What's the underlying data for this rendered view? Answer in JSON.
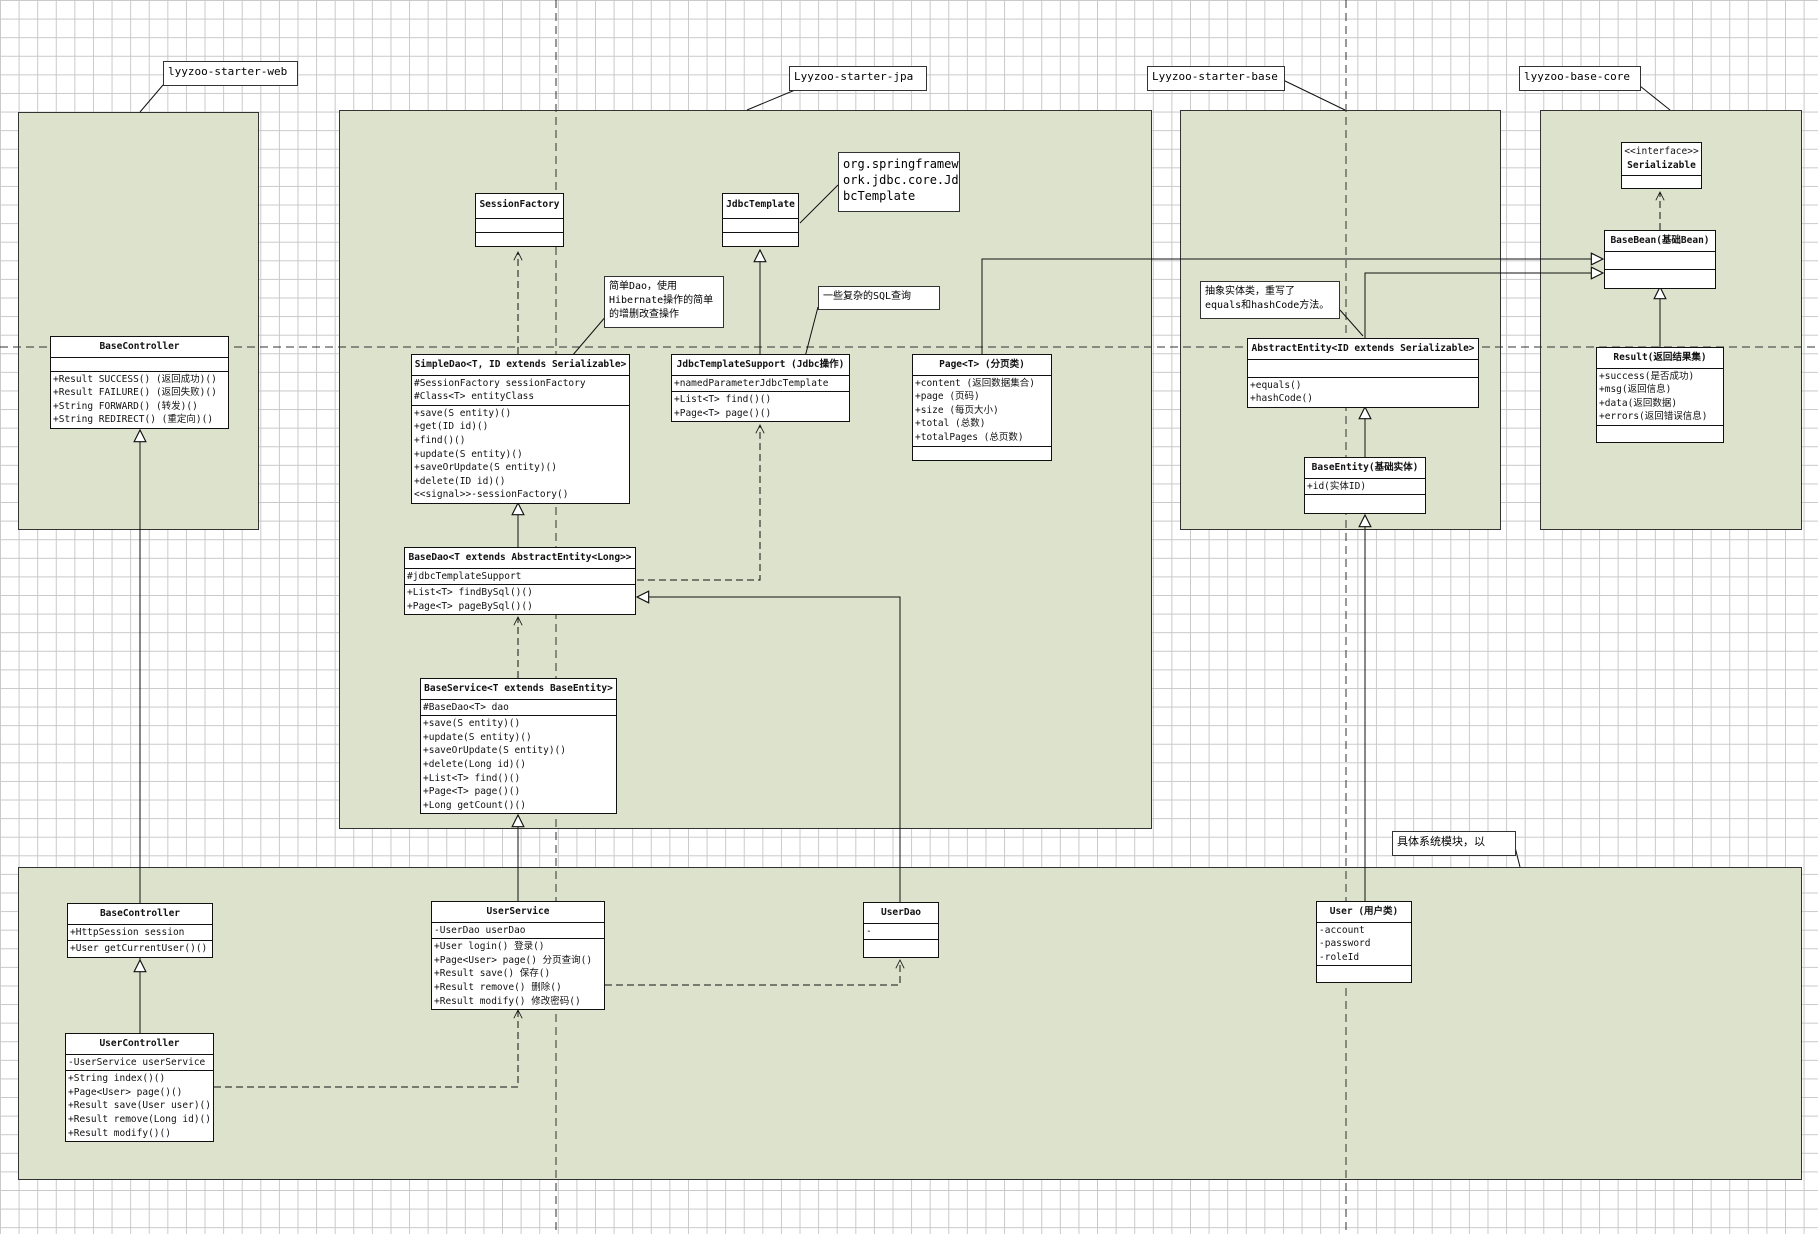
{
  "packages": [
    {
      "id": "web",
      "label": "lyyzoo-starter-web"
    },
    {
      "id": "jpa",
      "label": "Lyyzoo-starter-jpa"
    },
    {
      "id": "base",
      "label": "Lyyzoo-starter-base"
    },
    {
      "id": "core",
      "label": "lyyzoo-base-core"
    },
    {
      "id": "app",
      "label": "具体系统模块，以"
    }
  ],
  "notes": [
    {
      "id": "jdbc_template_note",
      "text": "org.springframew\nork.jdbc.core.Jd\nbcTemplate"
    },
    {
      "id": "simple_dao_note",
      "text": "简单Dao，使用\nHibernate操作的简单\n的增删改查操作"
    },
    {
      "id": "jdbc_support_note",
      "text": "一些复杂的SQL查询"
    },
    {
      "id": "abstract_entity_note",
      "text": "抽象实体类，重写了\nequals和hashCode方法。"
    }
  ],
  "classes": [
    {
      "id": "base_controller_web",
      "name": "BaseController",
      "attrs": [],
      "ops": [
        "+Result SUCCESS() (返回成功)()",
        "+Result FAILURE() (返回失败)()",
        "+String FORWARD() (转发)()",
        "+String REDIRECT() (重定向)()"
      ]
    },
    {
      "id": "session_factory",
      "name": "SessionFactory",
      "attrs": [],
      "ops": []
    },
    {
      "id": "jdbc_template",
      "name": "JdbcTemplate",
      "attrs": [],
      "ops": []
    },
    {
      "id": "simple_dao",
      "name": "SimpleDao<T, ID extends Serializable>",
      "attrs": [
        "#SessionFactory sessionFactory",
        "#Class<T> entityClass"
      ],
      "ops": [
        "+save(S entity)()",
        "+get(ID id)()",
        "+find()()",
        "+update(S entity)()",
        "+saveOrUpdate(S entity)()",
        "+delete(ID id)()",
        "<<signal>>-sessionFactory()"
      ]
    },
    {
      "id": "jdbc_template_support",
      "name": "JdbcTemplateSupport (Jdbc操作)",
      "attrs": [
        "+namedParameterJdbcTemplate"
      ],
      "ops": [
        "+List<T> find()()",
        "+Page<T> page()()"
      ]
    },
    {
      "id": "page",
      "name": "Page<T> (分页类)",
      "attrs": [
        "+content (返回数据集合)",
        "+page (页码)",
        "+size (每页大小)",
        "+total (总数)",
        "+totalPages (总页数)"
      ],
      "ops": []
    },
    {
      "id": "base_dao",
      "name": "BaseDao<T extends AbstractEntity<Long>>",
      "attrs": [
        "#jdbcTemplateSupport"
      ],
      "ops": [
        "+List<T> findBySql()()",
        "+Page<T> pageBySql()()"
      ]
    },
    {
      "id": "base_service",
      "name": "BaseService<T extends BaseEntity>",
      "attrs": [
        "#BaseDao<T> dao"
      ],
      "ops": [
        "+save(S entity)()",
        "+update(S entity)()",
        "+saveOrUpdate(S entity)()",
        "+delete(Long id)()",
        "+List<T> find()()",
        "+Page<T> page()()",
        "+Long getCount()()"
      ]
    },
    {
      "id": "abstract_entity",
      "name": "AbstractEntity<ID extends Serializable>",
      "attrs": [],
      "ops": [
        "+equals()",
        "+hashCode()"
      ]
    },
    {
      "id": "base_entity",
      "name": "BaseEntity(基础实体)",
      "attrs": [
        "+id(实体ID)"
      ],
      "ops": []
    },
    {
      "id": "serializable",
      "stereotype": "<<interface>>",
      "name": "Serializable",
      "attrs": [],
      "ops": []
    },
    {
      "id": "base_bean",
      "name": "BaseBean(基础Bean)",
      "attrs": [],
      "ops": []
    },
    {
      "id": "result",
      "name": "Result(返回结果集)",
      "attrs": [
        "+success(是否成功)",
        "+msg(返回信息)",
        "+data(返回数据)",
        "+errors(返回错误信息)"
      ],
      "ops": []
    },
    {
      "id": "base_controller_app",
      "name": "BaseController",
      "attrs": [
        "+HttpSession session"
      ],
      "ops": [
        "+User getCurrentUser()()"
      ]
    },
    {
      "id": "user_controller",
      "name": "UserController",
      "attrs": [
        "-UserService userService"
      ],
      "ops": [
        "+String index()()",
        "+Page<User> page()()",
        "+Result save(User user)()",
        "+Result remove(Long id)()",
        "+Result modify()()"
      ]
    },
    {
      "id": "user_service",
      "name": "UserService",
      "attrs": [
        "-UserDao userDao"
      ],
      "ops": [
        "+User login() 登录()",
        "+Page<User> page() 分页查询()",
        "+Result save() 保存()",
        "+Result remove() 删除()",
        "+Result modify() 修改密码()"
      ]
    },
    {
      "id": "user_dao",
      "name": "UserDao",
      "attrs": [
        "-"
      ],
      "ops": []
    },
    {
      "id": "user",
      "name": "User (用户类)",
      "attrs": [
        "-account",
        "-password",
        "-roleId"
      ],
      "ops": []
    }
  ]
}
